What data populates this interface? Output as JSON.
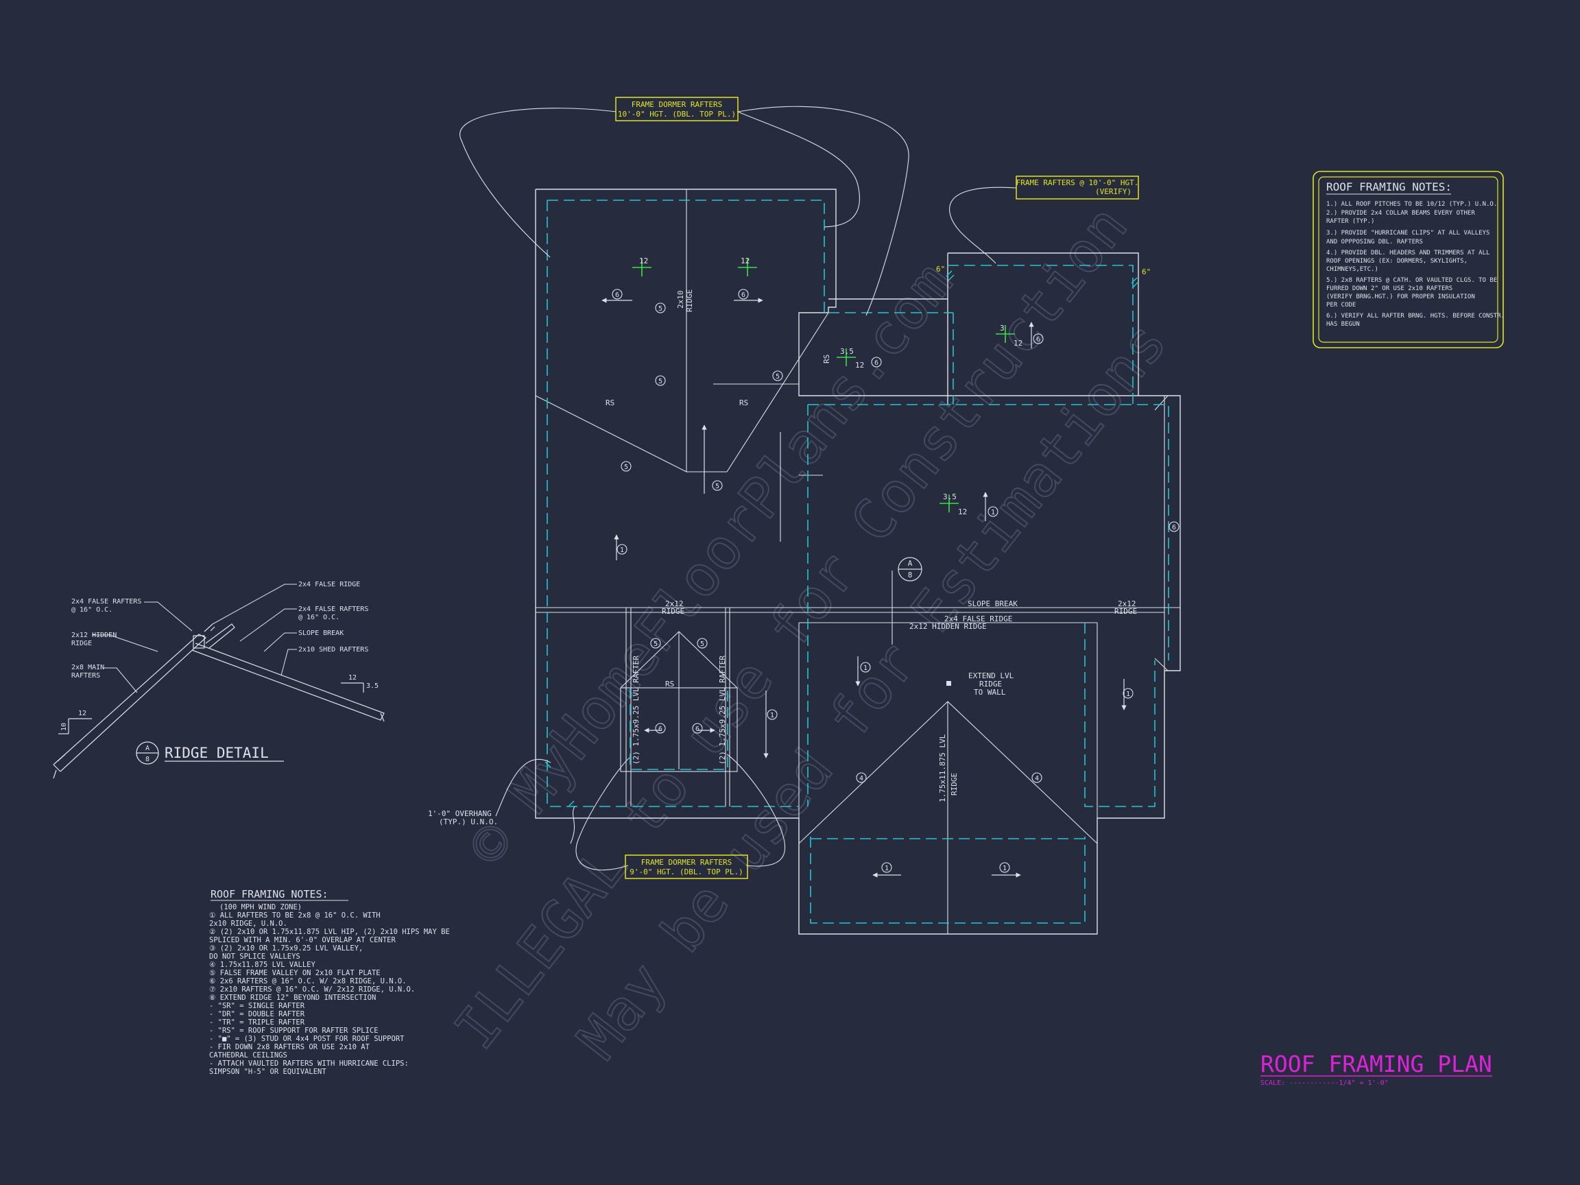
{
  "plan": {
    "title": "ROOF FRAMING PLAN",
    "scale": "SCALE: ------------1/4\" = 1'-0\""
  },
  "callouts": {
    "top_dormer": [
      "FRAME DORMER RAFTERS",
      "10'-0\" HGT. (DBL. TOP PL.)"
    ],
    "right_rafters": [
      "FRAME RAFTERS @ 10'-0\" HGT.",
      "(VERIFY)"
    ],
    "bottom_dormer": [
      "FRAME DORMER RAFTERS",
      "9'-0\" HGT. (DBL. TOP PL.)"
    ],
    "overhang": [
      "1'-0\" OVERHANG",
      "(TYP.) U.N.O."
    ],
    "extend_lvl": [
      "EXTEND LVL",
      "RIDGE",
      "TO WALL"
    ]
  },
  "plan_labels": {
    "rs": "RS",
    "ridge_2x10": [
      "2x10",
      "RIDGE"
    ],
    "ridge_2x12": [
      "2x12",
      "RIDGE"
    ],
    "slope_break": "SLOPE BREAK",
    "false_ridge": "2x4 FALSE RIDGE",
    "hidden_ridge": "2x12 HIDDEN RIDGE",
    "lvl_rafter": "(2) 1.75x9.25 LVL RAFTER",
    "lvl_ridge": [
      "1.75x11.875 LVL",
      "RIDGE"
    ],
    "pitch_12": "12",
    "pitch_35": "3.5",
    "pitch_3": "3",
    "overhang_6": "6\"",
    "detail_letter": "A",
    "detail_sheet": "8",
    "marks": {
      "m1": "1",
      "m4": "4",
      "m5": "5",
      "m6": "6"
    }
  },
  "ridge_detail": {
    "title": "RIDGE DETAIL",
    "labels": {
      "false_rafters_a": [
        "2x4 FALSE RAFTERS",
        "@ 16\" O.C."
      ],
      "hidden_ridge": [
        "2x12 HIDDEN",
        "RIDGE"
      ],
      "main_rafters": [
        "2x8 MAIN",
        "RAFTERS"
      ],
      "false_ridge": "2x4 FALSE RIDGE",
      "false_rafters_b": [
        "2x4 FALSE RAFTERS",
        "@ 16\" O.C."
      ],
      "slope_break": "SLOPE BREAK",
      "shed_rafters": "2x10 SHED RAFTERS",
      "pitch_12_right": "12",
      "pitch_35": "3.5",
      "pitch_12_left": "12",
      "pitch_10": "10"
    }
  },
  "notes_left": {
    "title": "ROOF FRAMING NOTES:",
    "lines": [
      "(100 MPH WIND ZONE)",
      "① ALL RAFTERS TO BE 2x8 @ 16\" O.C. WITH",
      "   2x10 RIDGE, U.N.O.",
      "② (2) 2x10 OR 1.75x11.875 LVL HIP, (2) 2x10 HIPS MAY BE",
      "   SPLICED WITH A MIN. 6'-0\" OVERLAP AT CENTER",
      "③ (2) 2x10 OR 1.75x9.25 LVL VALLEY,",
      "   DO NOT SPLICE VALLEYS",
      "④ 1.75x11.875 LVL VALLEY",
      "⑤ FALSE FRAME VALLEY ON 2x10 FLAT PLATE",
      "⑥ 2x6 RAFTERS @ 16\" O.C. W/ 2x8 RIDGE, U.N.O.",
      "⑦ 2x10 RAFTERS @ 16\" O.C. W/ 2x12 RIDGE, U.N.O.",
      "⑧ EXTEND RIDGE 12\" BEYOND INTERSECTION",
      "-  \"SR\" = SINGLE RAFTER",
      "-  \"DR\" = DOUBLE RAFTER",
      "-  \"TR\" = TRIPLE RAFTER",
      "-  \"RS\" = ROOF SUPPORT FOR RAFTER SPLICE",
      "-  \"■\"  = (3) STUD OR 4x4 POST FOR ROOF SUPPORT",
      "-  FIR DOWN 2x8 RAFTERS OR USE 2x10 AT",
      "   CATHEDRAL CEILINGS",
      "-  ATTACH VAULTED RAFTERS WITH HURRICANE CLIPS:",
      "   SIMPSON \"H-5\" OR EQUIVALENT"
    ]
  },
  "notes_right": {
    "title": "ROOF FRAMING NOTES:",
    "lines": [
      "1.) ALL ROOF PITCHES TO BE 10/12 (TYP.) U.N.O.",
      "2.) PROVIDE 2x4 COLLAR BEAMS EVERY OTHER",
      "    RAFTER (TYP.)",
      "3.) PROVIDE \"HURRICANE CLIPS\" AT ALL VALLEYS",
      "    AND OPPPOSING DBL. RAFTERS",
      "4.) PROVIDE DBL. HEADERS AND TRIMMERS AT ALL",
      "    ROOF OPENINGS (EX: DORMERS, SKYLIGHTS,",
      "    CHIMNEYS,ETC.)",
      "5.) 2x8 RAFTERS @ CATH. OR VAULTED CLGS. TO BE",
      "    FURRED DOWN 2\" OR USE 2x10 RAFTERS",
      "    (VERIFY BRNG.HGT.) FOR PROPER INSULATION",
      "    PER CODE",
      "6.) VERIFY ALL RAFTER BRNG. HGTS. BEFORE CONSTR.",
      "    HAS BEGUN"
    ]
  },
  "watermark": {
    "lines": [
      "© MyHomeFloorPlans.com",
      "ILLEGAL to use for Construction",
      "May be used for Estimations"
    ]
  },
  "colors": {
    "background": "#262b3e",
    "line": "#dfe1e8",
    "cyan": "#27c4cf",
    "yellow": "#e3e321",
    "green": "#3ee14a",
    "magenta": "#dd22d8"
  }
}
